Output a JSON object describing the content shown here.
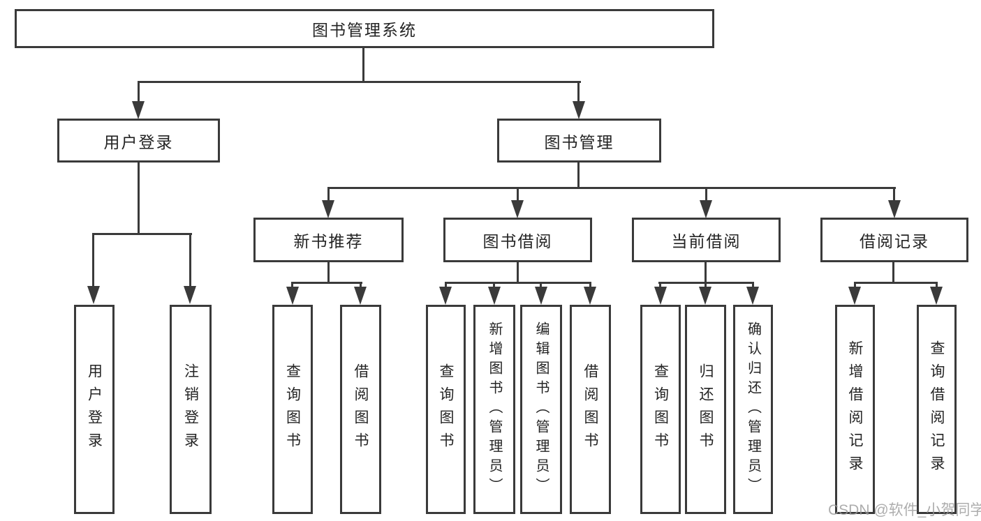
{
  "diagram": {
    "root": {
      "label": "图书管理系统"
    },
    "level2": [
      {
        "label": "用户登录"
      },
      {
        "label": "图书管理"
      }
    ],
    "level3": [
      {
        "label": "新书推荐"
      },
      {
        "label": "图书借阅"
      },
      {
        "label": "当前借阅"
      },
      {
        "label": "借阅记录"
      }
    ],
    "leaves": {
      "user_login": [
        {
          "label": "用户登录"
        },
        {
          "label": "注销登录"
        }
      ],
      "new_book_recommend": [
        {
          "label": "查询图书"
        },
        {
          "label": "借阅图书"
        }
      ],
      "book_borrow": [
        {
          "label": "查询图书"
        },
        {
          "label": "新增图书（管理员）"
        },
        {
          "label": "编辑图书（管理员）"
        },
        {
          "label": "借阅图书"
        }
      ],
      "current_borrow": [
        {
          "label": "查询图书"
        },
        {
          "label": "归还图书"
        },
        {
          "label": "确认归还（管理员）"
        }
      ],
      "borrow_records": [
        {
          "label": "新增借阅记录"
        },
        {
          "label": "查询借阅记录"
        }
      ]
    }
  },
  "watermark": {
    "text": "CSDN @软件_小贺同学"
  },
  "colors": {
    "line": "#3a3a3a",
    "text": "#242424",
    "watermark": "#999999",
    "background": "#ffffff"
  }
}
